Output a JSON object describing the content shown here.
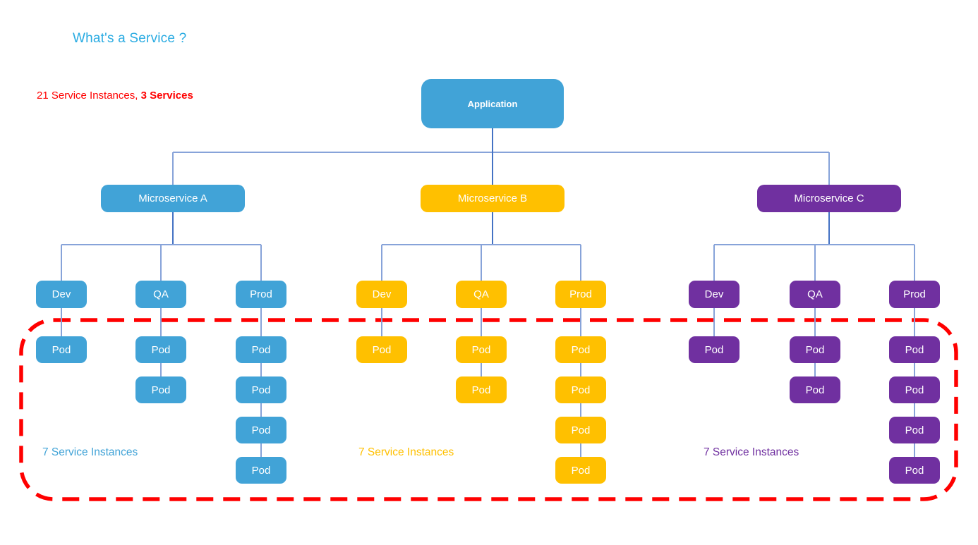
{
  "title": "What's a Service ?",
  "subtitle": {
    "normal": "21 Service Instances, ",
    "bold": "3 Services"
  },
  "application": {
    "label": "Application"
  },
  "services": [
    {
      "label": "Microservice A",
      "color_key": "blue",
      "instances_label": "7 Service Instances",
      "environments": [
        {
          "label": "Dev",
          "pods": [
            "Pod"
          ]
        },
        {
          "label": "QA",
          "pods": [
            "Pod",
            "Pod"
          ]
        },
        {
          "label": "Prod",
          "pods": [
            "Pod",
            "Pod",
            "Pod",
            "Pod"
          ]
        }
      ]
    },
    {
      "label": "Microservice B",
      "color_key": "yellow",
      "instances_label": "7 Service Instances",
      "environments": [
        {
          "label": "Dev",
          "pods": [
            "Pod"
          ]
        },
        {
          "label": "QA",
          "pods": [
            "Pod",
            "Pod"
          ]
        },
        {
          "label": "Prod",
          "pods": [
            "Pod",
            "Pod",
            "Pod",
            "Pod"
          ]
        }
      ]
    },
    {
      "label": "Microservice C",
      "color_key": "purple",
      "instances_label": "7 Service Instances",
      "environments": [
        {
          "label": "Dev",
          "pods": [
            "Pod"
          ]
        },
        {
          "label": "QA",
          "pods": [
            "Pod",
            "Pod"
          ]
        },
        {
          "label": "Prod",
          "pods": [
            "Pod",
            "Pod",
            "Pod",
            "Pod"
          ]
        }
      ]
    }
  ],
  "colors": {
    "blue": "#41A3D7",
    "yellow": "#FFC000",
    "purple": "#7030A0",
    "title_blue": "#29ABE2",
    "red": "#FF0000",
    "line_dark": "#4472C4",
    "line_light": "#87A3D9"
  }
}
